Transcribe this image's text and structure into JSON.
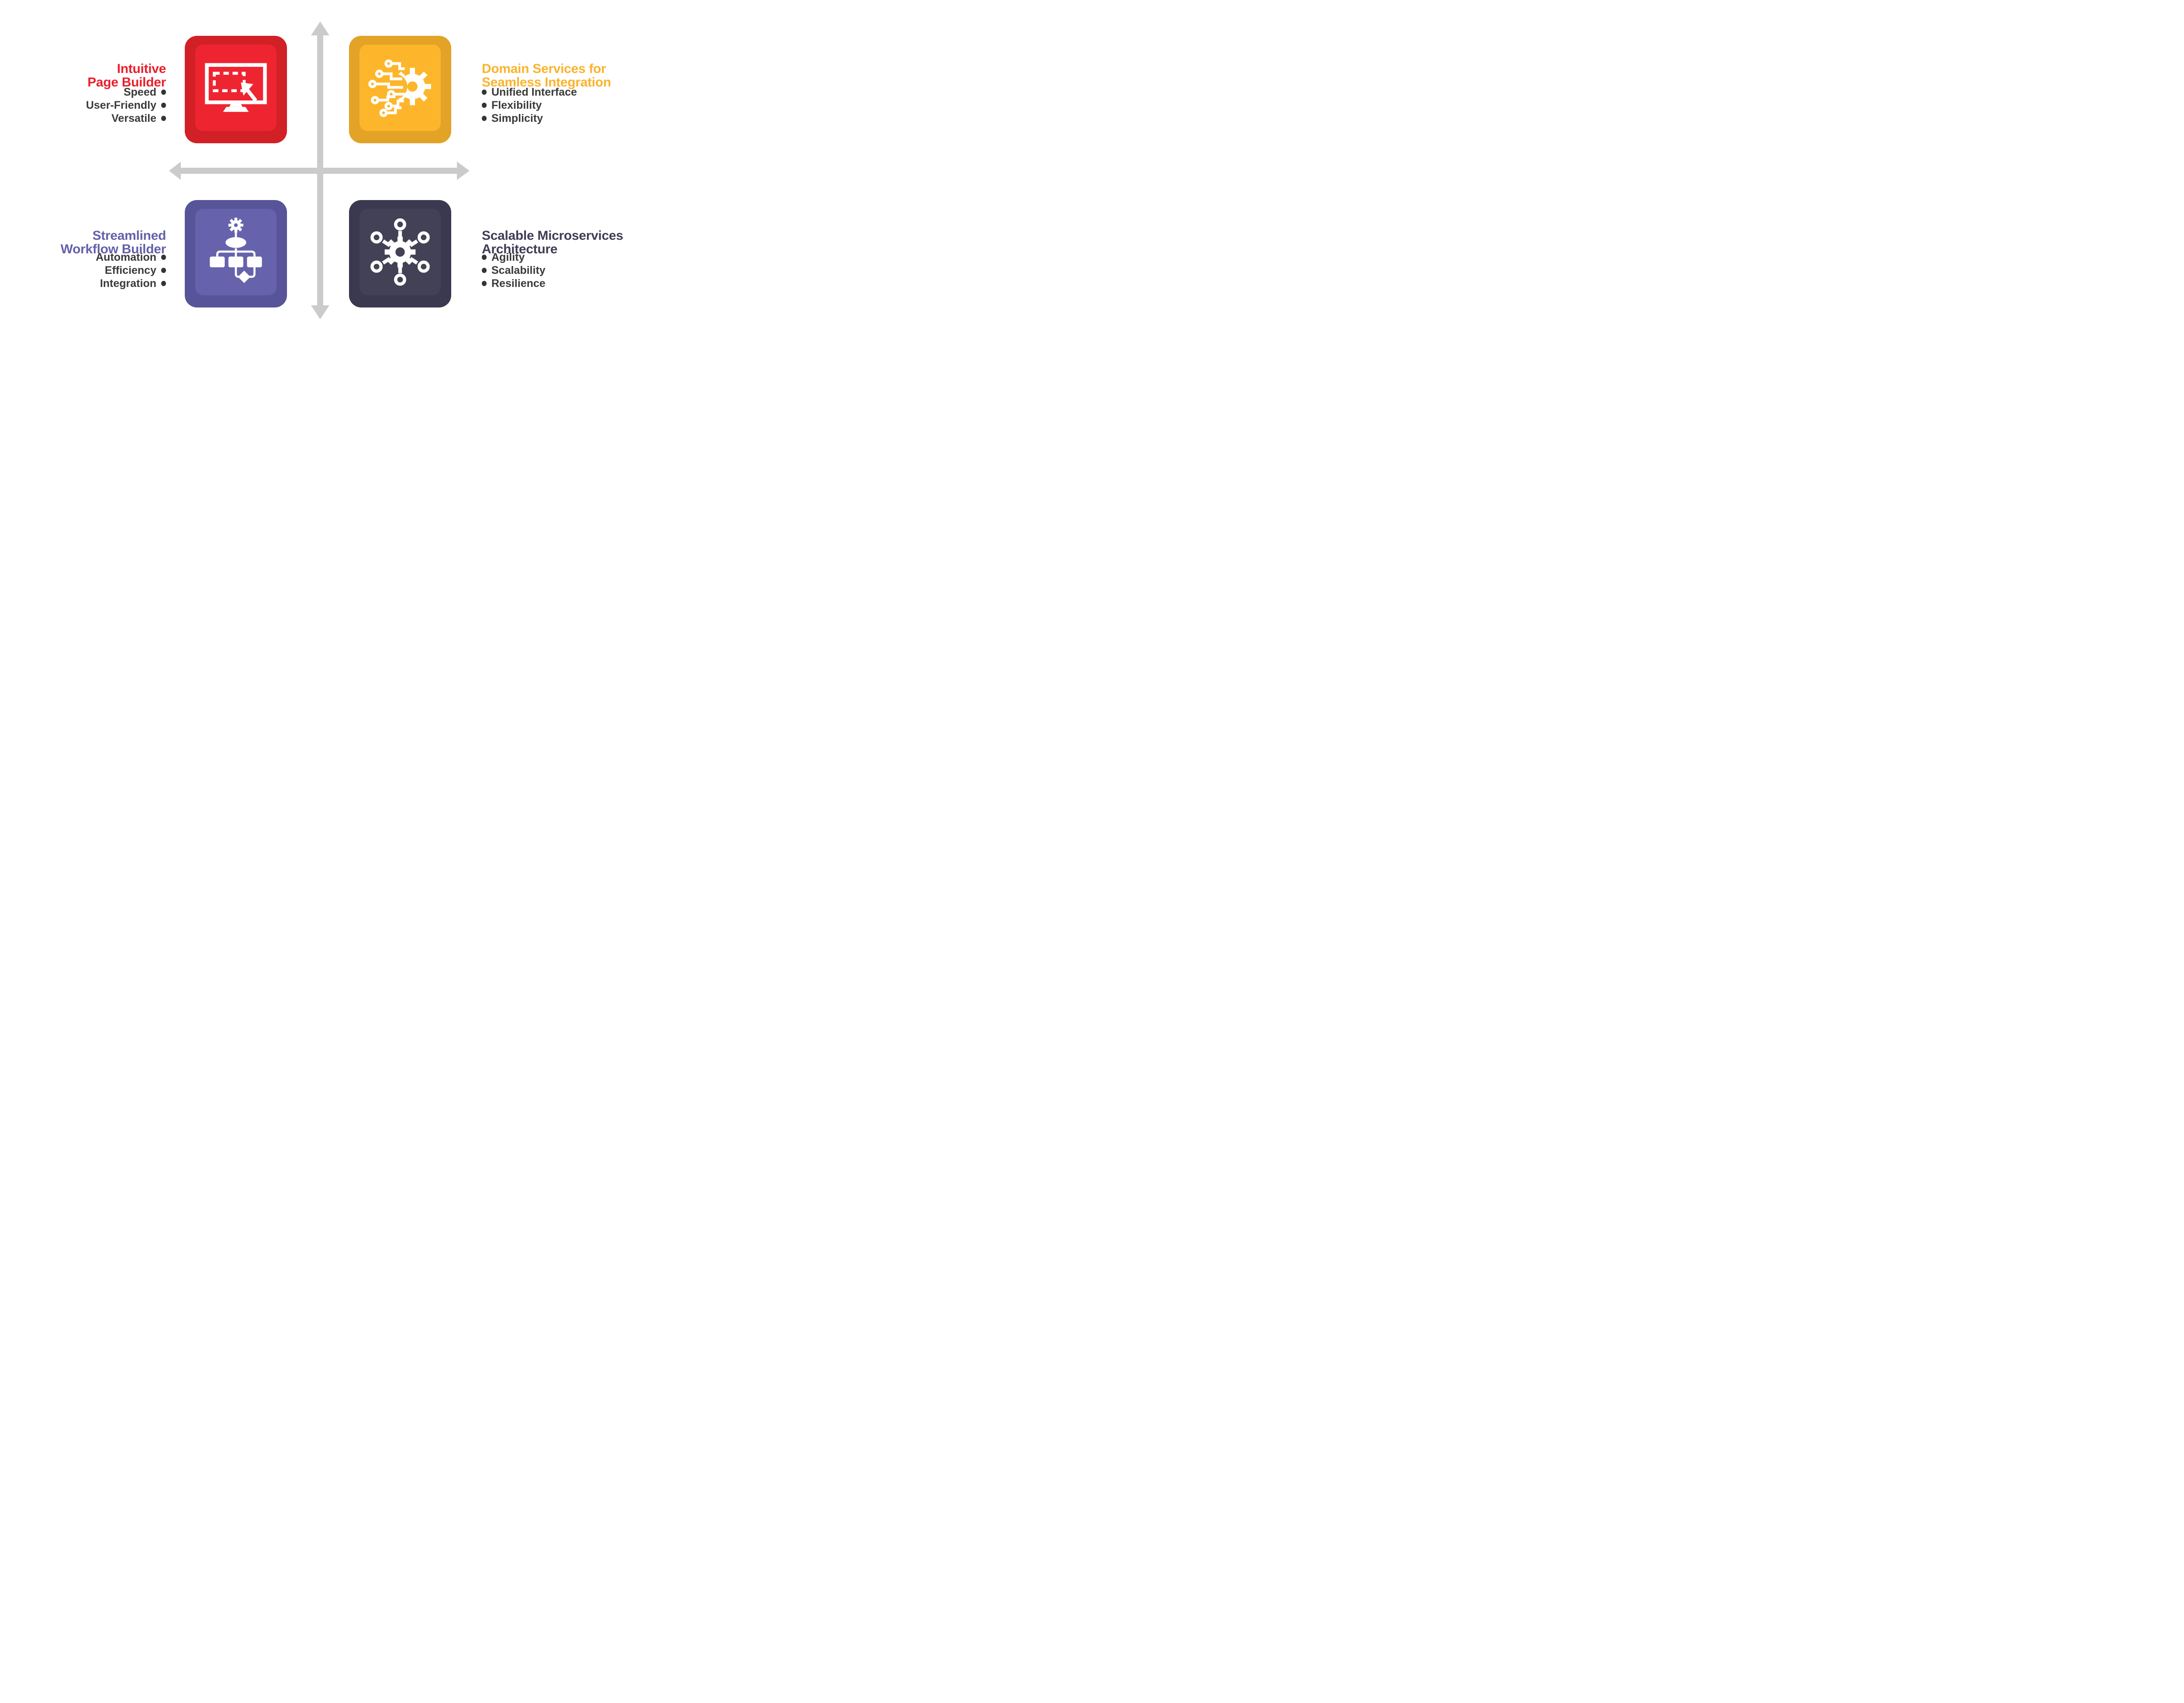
{
  "background": "#FFFFFF",
  "axes": {
    "color": "#CBCBCB"
  },
  "text": {
    "bullet_color": "#3A3A3A",
    "dot_color": "#343434"
  },
  "quadrants": {
    "top_left": {
      "title_lines": [
        "Intuitive",
        "Page Builder"
      ],
      "title_color": "#EA1F2D",
      "bullets": [
        "Speed",
        "User-Friendly",
        "Versatile"
      ],
      "square_outer_color": "#D22027",
      "square_inner_color": "#EE2531",
      "icon": "monitor-page-builder-icon"
    },
    "top_right": {
      "title_lines": [
        "Domain Services for",
        "Seamless Integration"
      ],
      "title_color": "#FBB32C",
      "bullets": [
        "Unified Interface",
        "Flexibility",
        "Simplicity"
      ],
      "square_outer_color": "#E2A326",
      "square_inner_color": "#FDB62B",
      "icon": "circuit-gear-icon"
    },
    "bottom_left": {
      "title_lines": [
        "Streamlined",
        "Workflow Builder"
      ],
      "title_color": "#6361A9",
      "bullets": [
        "Automation",
        "Efficiency",
        "Integration"
      ],
      "square_outer_color": "#575499",
      "square_inner_color": "#6663AC",
      "icon": "workflow-flowchart-icon"
    },
    "bottom_right": {
      "title_lines": [
        "Scalable Microservices",
        "Architecture"
      ],
      "title_color": "#3F3D56",
      "bullets": [
        "Agility",
        "Scalability",
        "Resilience"
      ],
      "square_outer_color": "#3B394F",
      "square_inner_color": "#434156",
      "icon": "microservices-hub-icon"
    }
  }
}
